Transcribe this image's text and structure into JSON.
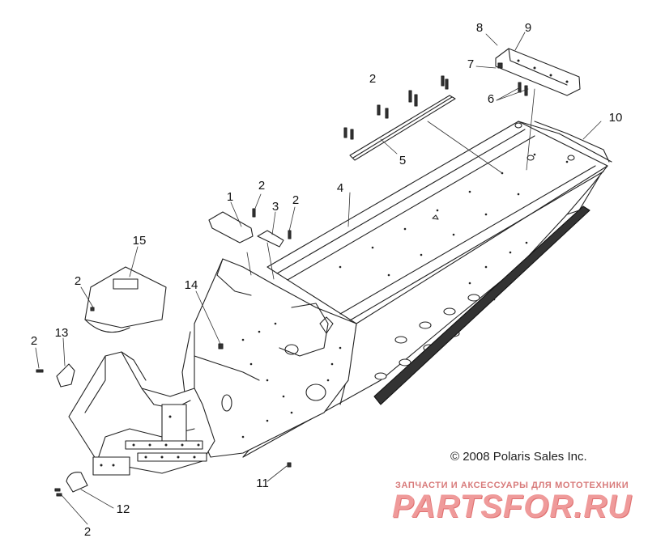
{
  "diagram": {
    "callouts": [
      {
        "id": "c8",
        "text": "8"
      },
      {
        "id": "c9",
        "text": "9"
      },
      {
        "id": "c7",
        "text": "7"
      },
      {
        "id": "c6",
        "text": "6"
      },
      {
        "id": "c2a",
        "text": "2"
      },
      {
        "id": "c10",
        "text": "10"
      },
      {
        "id": "c5",
        "text": "5"
      },
      {
        "id": "c4",
        "text": "4"
      },
      {
        "id": "c1",
        "text": "1"
      },
      {
        "id": "c2b",
        "text": "2"
      },
      {
        "id": "c3",
        "text": "3"
      },
      {
        "id": "c2c",
        "text": "2"
      },
      {
        "id": "c15",
        "text": "15"
      },
      {
        "id": "c2d",
        "text": "2"
      },
      {
        "id": "c14",
        "text": "14"
      },
      {
        "id": "c13",
        "text": "13"
      },
      {
        "id": "c2e",
        "text": "2"
      },
      {
        "id": "c11",
        "text": "11"
      },
      {
        "id": "c12",
        "text": "12"
      },
      {
        "id": "c2f",
        "text": "2"
      }
    ],
    "copyright": "© 2008 Polaris Sales Inc.",
    "watermark": {
      "tagline": "ЗАПЧАСТИ И АКСЕССУАРЫ ДЛЯ МОТОТЕХНИКИ",
      "logo": "PARTSFOR.RU"
    }
  }
}
